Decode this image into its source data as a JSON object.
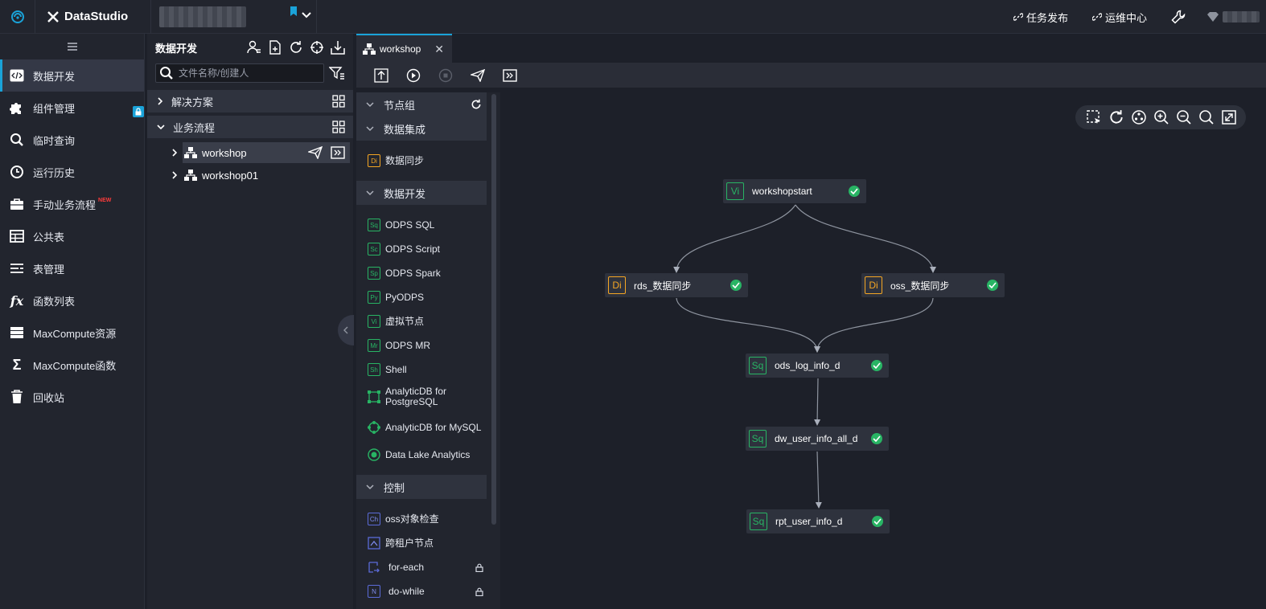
{
  "topbar": {
    "brand": "DataStudio",
    "links": [
      "任务发布",
      "运维中心"
    ]
  },
  "sidebar": {
    "items": [
      {
        "label": "数据开发",
        "icon": "code-icon"
      },
      {
        "label": "组件管理",
        "icon": "puzzle-icon"
      },
      {
        "label": "临时查询",
        "icon": "search-icon"
      },
      {
        "label": "运行历史",
        "icon": "clock-icon"
      },
      {
        "label": "手动业务流程",
        "icon": "briefcase-icon",
        "badge": "NEW"
      },
      {
        "label": "公共表",
        "icon": "table-icon"
      },
      {
        "label": "表管理",
        "icon": "list-icon"
      },
      {
        "label": "函数列表",
        "icon": "fx-icon"
      },
      {
        "label": "MaxCompute资源",
        "icon": "server-icon"
      },
      {
        "label": "MaxCompute函数",
        "icon": "sigma-icon"
      },
      {
        "label": "回收站",
        "icon": "trash-icon"
      }
    ]
  },
  "tree": {
    "title": "数据开发",
    "search_placeholder": "文件名称/创建人",
    "sections": [
      "解决方案",
      "业务流程"
    ],
    "nodes": [
      "workshop",
      "workshop01"
    ]
  },
  "tabs": [
    {
      "label": "workshop"
    }
  ],
  "palette": {
    "groups": {
      "node_group": "节点组",
      "integration": "数据集成",
      "development": "数据开发",
      "control": "控制"
    },
    "integration_items": [
      {
        "abbr": "Di",
        "label": "数据同步"
      }
    ],
    "development_items": [
      {
        "abbr": "Sq",
        "label": "ODPS SQL"
      },
      {
        "abbr": "Sc",
        "label": "ODPS Script"
      },
      {
        "abbr": "Sp",
        "label": "ODPS Spark"
      },
      {
        "abbr": "Py",
        "label": "PyODPS"
      },
      {
        "abbr": "Vi",
        "label": "虚拟节点"
      },
      {
        "abbr": "Mr",
        "label": "ODPS MR"
      },
      {
        "abbr": "Sh",
        "label": "Shell"
      },
      {
        "label": "AnalyticDB for PostgreSQL"
      },
      {
        "label": "AnalyticDB for MySQL"
      },
      {
        "label": "Data Lake Analytics"
      }
    ],
    "control_items": [
      {
        "abbr": "Ch",
        "label": "oss对象检查"
      },
      {
        "label": "跨租户节点"
      },
      {
        "label": "for-each"
      },
      {
        "abbr": "N",
        "label": "do-while"
      }
    ]
  },
  "flow": {
    "nodes": [
      {
        "abbr": "Vi",
        "label": "workshopstart",
        "status": "success"
      },
      {
        "abbr": "Di",
        "label": "rds_数据同步",
        "status": "success"
      },
      {
        "abbr": "Di",
        "label": "oss_数据同步",
        "status": "success"
      },
      {
        "abbr": "Sq",
        "label": "ods_log_info_d",
        "status": "success"
      },
      {
        "abbr": "Sq",
        "label": "dw_user_info_all_d",
        "status": "success"
      },
      {
        "abbr": "Sq",
        "label": "rpt_user_info_d",
        "status": "success"
      }
    ]
  },
  "colors": {
    "accent": "#1aa3d9",
    "success": "#28b464",
    "di_orange": "#f5a623",
    "control_blue": "#5b6bd8"
  }
}
